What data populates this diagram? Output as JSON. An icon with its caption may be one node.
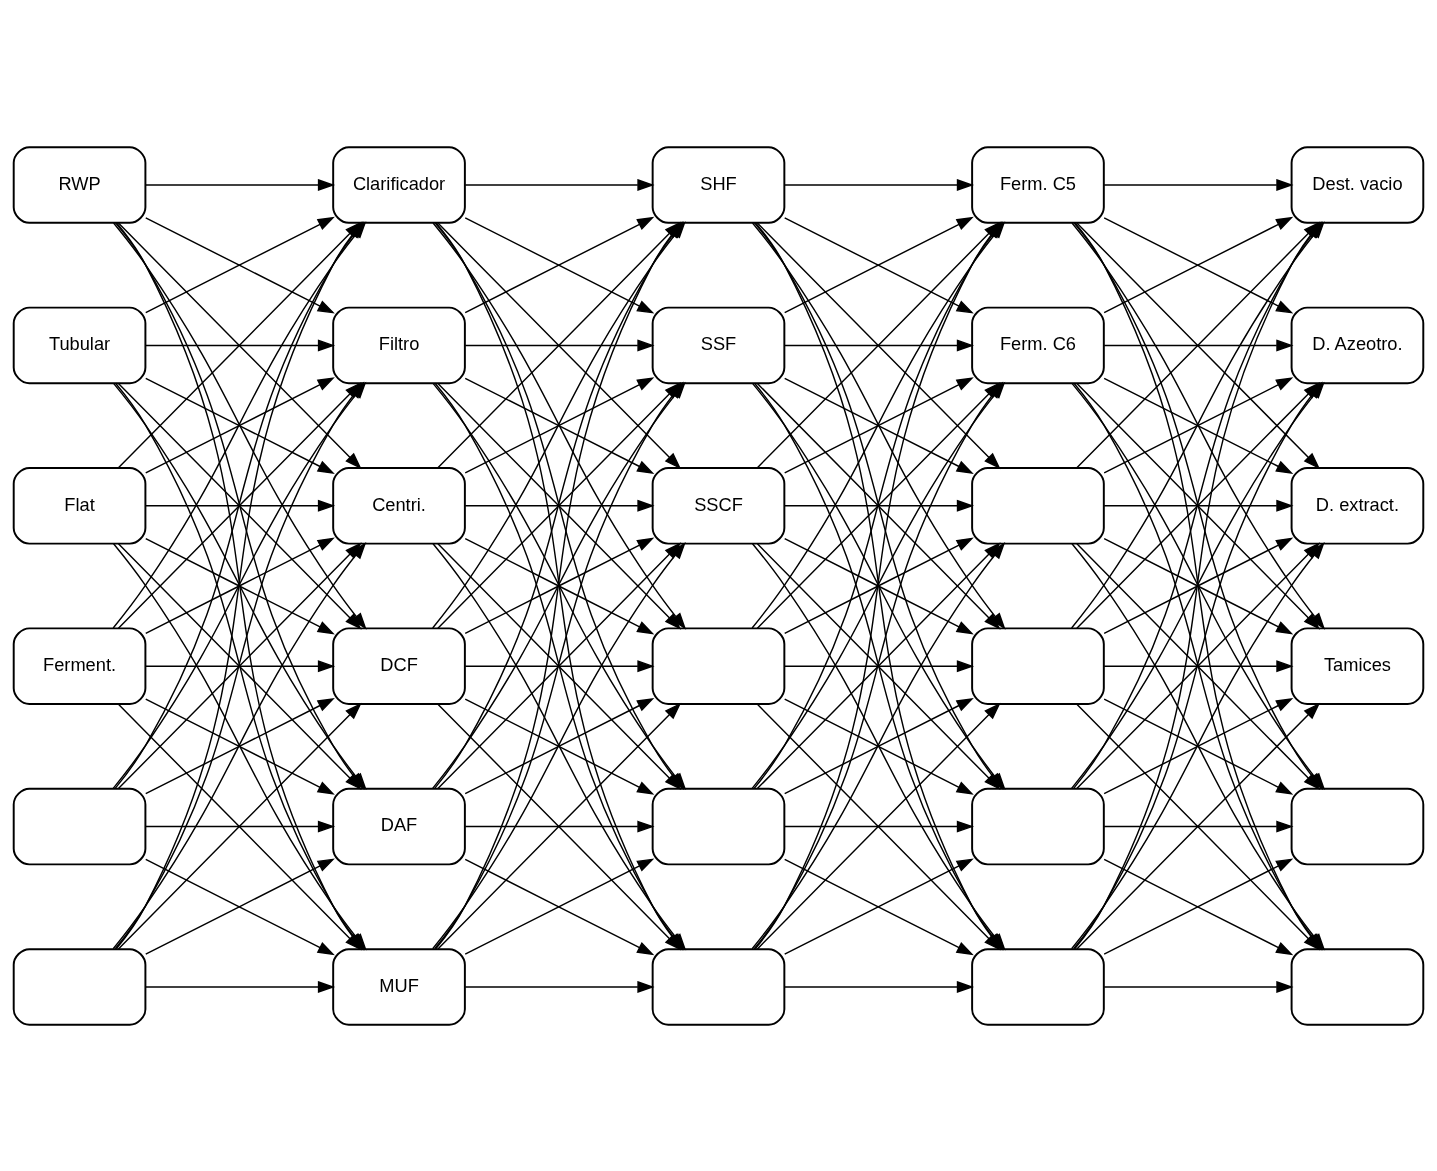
{
  "diagram": {
    "nodes": [
      {
        "text": [
          "RWP"
        ]
      },
      {
        "text": [
          "Clarificador"
        ]
      },
      {
        "text": [
          "SHF"
        ]
      },
      {
        "text": [
          "Ferm. C5"
        ]
      },
      {
        "text": [
          "Dest. vacio"
        ]
      },
      {
        "text": [
          "Tubular"
        ]
      },
      {
        "text": [
          "Filtro"
        ]
      },
      {
        "text": [
          "SSF"
        ]
      },
      {
        "text": [
          "Ferm. C6"
        ]
      },
      {
        "text": [
          "D. Azeotro."
        ]
      },
      {
        "text": [
          "Flat"
        ]
      },
      {
        "text": [
          "Centri."
        ]
      },
      {
        "text": [
          "SSCF"
        ]
      },
      {
        "text": [],
        "shape": "box"
      },
      {
        "text": [
          "D. extract."
        ]
      },
      {
        "text": [
          "Ferment."
        ]
      },
      {
        "text": [
          "DCF"
        ]
      },
      {
        "text": [],
        "shape": "box"
      },
      {
        "text": [],
        "shape": "box"
      },
      {
        "text": [
          "Tamices"
        ]
      },
      {
        "text": [],
        "shape": "box"
      },
      {
        "text": [
          "DAF"
        ]
      },
      {
        "text": [],
        "shape": "box"
      },
      {
        "text": [],
        "shape": "box"
      },
      {
        "text": [],
        "shape": "box"
      },
      {
        "text": [],
        "shape": "box"
      },
      {
        "text": [
          "MUF"
        ]
      },
      {
        "text": [],
        "shape": "box"
      },
      {
        "text": [],
        "shape": "box"
      },
      {
        "text": [],
        "shape": "box"
      }
    ],
    "edges": [
      {
        "from": 0,
        "to": 1,
        "arrow": "to"
      },
      {
        "from": 0,
        "to": 6,
        "arrow": "to"
      },
      {
        "from": 0,
        "to": 11,
        "arrow": "to"
      },
      {
        "from": 0,
        "to": 16,
        "arrow": "to"
      },
      {
        "from": 0,
        "to": 21,
        "arrow": "to"
      },
      {
        "from": 0,
        "to": 26,
        "arrow": "to"
      },
      {
        "from": 5,
        "to": 1,
        "arrow": "to"
      },
      {
        "from": 5,
        "to": 6,
        "arrow": "to"
      },
      {
        "from": 5,
        "to": 11,
        "arrow": "to"
      },
      {
        "from": 5,
        "to": 16,
        "arrow": "to"
      },
      {
        "from": 5,
        "to": 21,
        "arrow": "to"
      },
      {
        "from": 5,
        "to": 26,
        "arrow": "to"
      },
      {
        "from": 10,
        "to": 1,
        "arrow": "to"
      },
      {
        "from": 10,
        "to": 6,
        "arrow": "to"
      },
      {
        "from": 10,
        "to": 11,
        "arrow": "to"
      },
      {
        "from": 10,
        "to": 16,
        "arrow": "to"
      },
      {
        "from": 10,
        "to": 21,
        "arrow": "to"
      },
      {
        "from": 10,
        "to": 26,
        "arrow": "to"
      },
      {
        "from": 15,
        "to": 1,
        "arrow": "to"
      },
      {
        "from": 15,
        "to": 6,
        "arrow": "to"
      },
      {
        "from": 15,
        "to": 11,
        "arrow": "to"
      },
      {
        "from": 15,
        "to": 16,
        "arrow": "to"
      },
      {
        "from": 15,
        "to": 21,
        "arrow": "to"
      },
      {
        "from": 15,
        "to": 26,
        "arrow": "to"
      },
      {
        "from": 20,
        "to": 1,
        "arrow": "to"
      },
      {
        "from": 20,
        "to": 6,
        "arrow": "to"
      },
      {
        "from": 20,
        "to": 11,
        "arrow": "to"
      },
      {
        "from": 20,
        "to": 16,
        "arrow": "to"
      },
      {
        "from": 20,
        "to": 21,
        "arrow": "to"
      },
      {
        "from": 20,
        "to": 26,
        "arrow": "to"
      },
      {
        "from": 25,
        "to": 1,
        "arrow": "to"
      },
      {
        "from": 25,
        "to": 6,
        "arrow": "to"
      },
      {
        "from": 25,
        "to": 11,
        "arrow": "to"
      },
      {
        "from": 25,
        "to": 16,
        "arrow": "to"
      },
      {
        "from": 25,
        "to": 21,
        "arrow": "to"
      },
      {
        "from": 25,
        "to": 26,
        "arrow": "to"
      },
      {
        "from": 1,
        "to": 2,
        "arrow": "to"
      },
      {
        "from": 1,
        "to": 7,
        "arrow": "to"
      },
      {
        "from": 1,
        "to": 12,
        "arrow": "to"
      },
      {
        "from": 1,
        "to": 17,
        "arrow": "to"
      },
      {
        "from": 1,
        "to": 22,
        "arrow": "to"
      },
      {
        "from": 1,
        "to": 27,
        "arrow": "to"
      },
      {
        "from": 6,
        "to": 2,
        "arrow": "to"
      },
      {
        "from": 6,
        "to": 7,
        "arrow": "to"
      },
      {
        "from": 6,
        "to": 12,
        "arrow": "to"
      },
      {
        "from": 6,
        "to": 17,
        "arrow": "to"
      },
      {
        "from": 6,
        "to": 22,
        "arrow": "to"
      },
      {
        "from": 6,
        "to": 27,
        "arrow": "to"
      },
      {
        "from": 11,
        "to": 2,
        "arrow": "to"
      },
      {
        "from": 11,
        "to": 7,
        "arrow": "to"
      },
      {
        "from": 11,
        "to": 12,
        "arrow": "to"
      },
      {
        "from": 11,
        "to": 17,
        "arrow": "to"
      },
      {
        "from": 11,
        "to": 22,
        "arrow": "to"
      },
      {
        "from": 11,
        "to": 27,
        "arrow": "to"
      },
      {
        "from": 16,
        "to": 2,
        "arrow": "to"
      },
      {
        "from": 16,
        "to": 7,
        "arrow": "to"
      },
      {
        "from": 16,
        "to": 12,
        "arrow": "to"
      },
      {
        "from": 16,
        "to": 17,
        "arrow": "to"
      },
      {
        "from": 16,
        "to": 22,
        "arrow": "to"
      },
      {
        "from": 16,
        "to": 27,
        "arrow": "to"
      },
      {
        "from": 21,
        "to": 2,
        "arrow": "to"
      },
      {
        "from": 21,
        "to": 7,
        "arrow": "to"
      },
      {
        "from": 21,
        "to": 12,
        "arrow": "to"
      },
      {
        "from": 21,
        "to": 17,
        "arrow": "to"
      },
      {
        "from": 21,
        "to": 22,
        "arrow": "to"
      },
      {
        "from": 21,
        "to": 27,
        "arrow": "to"
      },
      {
        "from": 26,
        "to": 2,
        "arrow": "to"
      },
      {
        "from": 26,
        "to": 7,
        "arrow": "to"
      },
      {
        "from": 26,
        "to": 12,
        "arrow": "to"
      },
      {
        "from": 26,
        "to": 17,
        "arrow": "to"
      },
      {
        "from": 26,
        "to": 22,
        "arrow": "to"
      },
      {
        "from": 26,
        "to": 27,
        "arrow": "to"
      },
      {
        "from": 2,
        "to": 3,
        "arrow": "to"
      },
      {
        "from": 2,
        "to": 8,
        "arrow": "to"
      },
      {
        "from": 2,
        "to": 13,
        "arrow": "to"
      },
      {
        "from": 2,
        "to": 18,
        "arrow": "to"
      },
      {
        "from": 2,
        "to": 23,
        "arrow": "to"
      },
      {
        "from": 2,
        "to": 28,
        "arrow": "to"
      },
      {
        "from": 7,
        "to": 3,
        "arrow": "to"
      },
      {
        "from": 7,
        "to": 8,
        "arrow": "to"
      },
      {
        "from": 7,
        "to": 13,
        "arrow": "to"
      },
      {
        "from": 7,
        "to": 18,
        "arrow": "to"
      },
      {
        "from": 7,
        "to": 23,
        "arrow": "to"
      },
      {
        "from": 7,
        "to": 28,
        "arrow": "to"
      },
      {
        "from": 12,
        "to": 3,
        "arrow": "to"
      },
      {
        "from": 12,
        "to": 8,
        "arrow": "to"
      },
      {
        "from": 12,
        "to": 13,
        "arrow": "to"
      },
      {
        "from": 12,
        "to": 18,
        "arrow": "to"
      },
      {
        "from": 12,
        "to": 23,
        "arrow": "to"
      },
      {
        "from": 12,
        "to": 28,
        "arrow": "to"
      },
      {
        "from": 17,
        "to": 3,
        "arrow": "to"
      },
      {
        "from": 17,
        "to": 8,
        "arrow": "to"
      },
      {
        "from": 17,
        "to": 13,
        "arrow": "to"
      },
      {
        "from": 17,
        "to": 18,
        "arrow": "to"
      },
      {
        "from": 17,
        "to": 23,
        "arrow": "to"
      },
      {
        "from": 17,
        "to": 28,
        "arrow": "to"
      },
      {
        "from": 22,
        "to": 3,
        "arrow": "to"
      },
      {
        "from": 22,
        "to": 8,
        "arrow": "to"
      },
      {
        "from": 22,
        "to": 13,
        "arrow": "to"
      },
      {
        "from": 22,
        "to": 18,
        "arrow": "to"
      },
      {
        "from": 22,
        "to": 23,
        "arrow": "to"
      },
      {
        "from": 22,
        "to": 28,
        "arrow": "to"
      },
      {
        "from": 27,
        "to": 3,
        "arrow": "to"
      },
      {
        "from": 27,
        "to": 8,
        "arrow": "to"
      },
      {
        "from": 27,
        "to": 13,
        "arrow": "to"
      },
      {
        "from": 27,
        "to": 18,
        "arrow": "to"
      },
      {
        "from": 27,
        "to": 23,
        "arrow": "to"
      },
      {
        "from": 27,
        "to": 28,
        "arrow": "to"
      },
      {
        "from": 3,
        "to": 4,
        "arrow": "to"
      },
      {
        "from": 3,
        "to": 9,
        "arrow": "to"
      },
      {
        "from": 3,
        "to": 14,
        "arrow": "to"
      },
      {
        "from": 3,
        "to": 19,
        "arrow": "to"
      },
      {
        "from": 3,
        "to": 24,
        "arrow": "to"
      },
      {
        "from": 3,
        "to": 29,
        "arrow": "to"
      },
      {
        "from": 8,
        "to": 4,
        "arrow": "to"
      },
      {
        "from": 8,
        "to": 9,
        "arrow": "to"
      },
      {
        "from": 8,
        "to": 14,
        "arrow": "to"
      },
      {
        "from": 8,
        "to": 19,
        "arrow": "to"
      },
      {
        "from": 8,
        "to": 24,
        "arrow": "to"
      },
      {
        "from": 8,
        "to": 29,
        "arrow": "to"
      },
      {
        "from": 13,
        "to": 4,
        "arrow": "to"
      },
      {
        "from": 13,
        "to": 9,
        "arrow": "to"
      },
      {
        "from": 13,
        "to": 14,
        "arrow": "to"
      },
      {
        "from": 13,
        "to": 19,
        "arrow": "to"
      },
      {
        "from": 13,
        "to": 24,
        "arrow": "to"
      },
      {
        "from": 13,
        "to": 29,
        "arrow": "to"
      },
      {
        "from": 18,
        "to": 4,
        "arrow": "to"
      },
      {
        "from": 18,
        "to": 9,
        "arrow": "to"
      },
      {
        "from": 18,
        "to": 14,
        "arrow": "to"
      },
      {
        "from": 18,
        "to": 19,
        "arrow": "to"
      },
      {
        "from": 18,
        "to": 24,
        "arrow": "to"
      },
      {
        "from": 18,
        "to": 29,
        "arrow": "to"
      },
      {
        "from": 23,
        "to": 4,
        "arrow": "to"
      },
      {
        "from": 23,
        "to": 9,
        "arrow": "to"
      },
      {
        "from": 23,
        "to": 14,
        "arrow": "to"
      },
      {
        "from": 23,
        "to": 19,
        "arrow": "to"
      },
      {
        "from": 23,
        "to": 24,
        "arrow": "to"
      },
      {
        "from": 23,
        "to": 29,
        "arrow": "to"
      },
      {
        "from": 28,
        "to": 4,
        "arrow": "to"
      },
      {
        "from": 28,
        "to": 9,
        "arrow": "to"
      },
      {
        "from": 28,
        "to": 14,
        "arrow": "to"
      },
      {
        "from": 28,
        "to": 19,
        "arrow": "to"
      },
      {
        "from": 28,
        "to": 24,
        "arrow": "to"
      },
      {
        "from": 28,
        "to": 29,
        "arrow": "to"
      }
    ]
  }
}
